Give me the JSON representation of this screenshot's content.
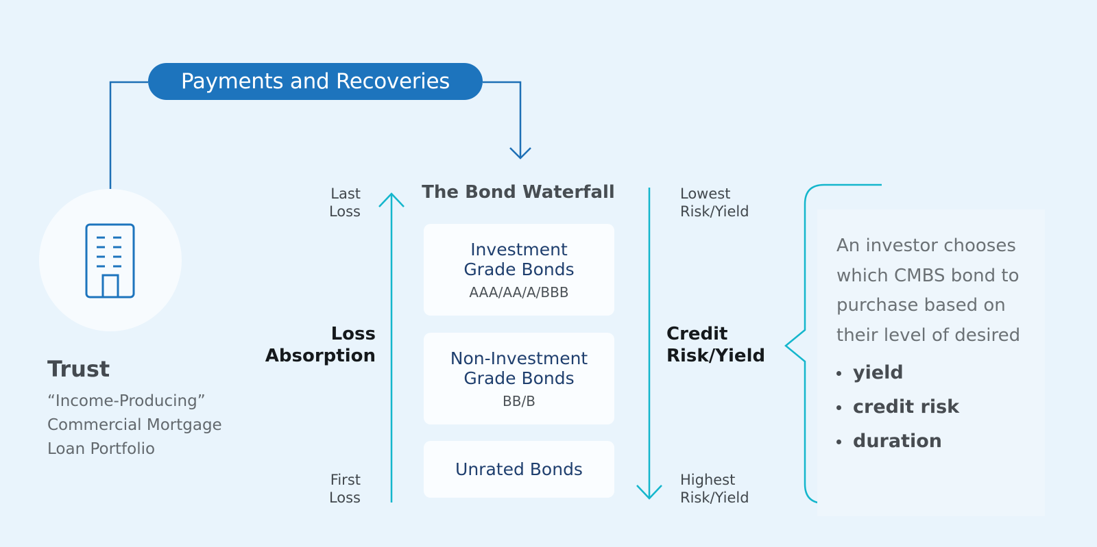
{
  "payments_label": "Payments and Recoveries",
  "trust": {
    "icon": "building-icon",
    "title": "Trust",
    "description": "“Income-Producing”\nCommercial Mortgage\nLoan Portfolio"
  },
  "waterfall": {
    "title": "The Bond Waterfall",
    "bonds": [
      {
        "name": "Investment\nGrade Bonds",
        "rating": "AAA/AA/A/BBB"
      },
      {
        "name": "Non-Investment\nGrade Bonds",
        "rating": "BB/B"
      },
      {
        "name": "Unrated Bonds",
        "rating": ""
      }
    ]
  },
  "left_axis": {
    "top": "Last\nLoss",
    "middle": "Loss\nAbsorption",
    "bottom": "First\nLoss"
  },
  "right_axis": {
    "top": "Lowest\nRisk/Yield",
    "middle": "Credit\nRisk/Yield",
    "bottom": "Highest\nRisk/Yield"
  },
  "investor": {
    "text": "An investor chooses which CMBS bond to purchase based on their level of desired",
    "bullets": [
      "yield",
      "credit risk",
      "duration"
    ]
  },
  "colors": {
    "background": "#e9f4fc",
    "pill": "#1d74bd",
    "connector": "#1d6fb5",
    "accent_teal": "#14b6cc",
    "box": "#fafdff",
    "bond_text": "#1f3f6e"
  }
}
